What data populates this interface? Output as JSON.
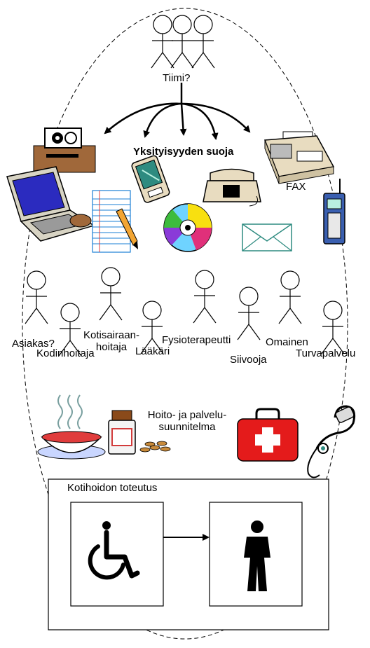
{
  "team_label": "Tiimi?",
  "privacy_label": "Yksityisyyden suoja",
  "fax_label": "FAX",
  "roles": {
    "asiakas": "Asiakas?",
    "kodinhoitaja": "Kodinhoitaja",
    "kotisairaanhoitaja": [
      "Kotisairaan-",
      "hoitaja"
    ],
    "laakari": "Lääkäri",
    "fysioterapeutti": "Fysioterapeutti",
    "siivooja": "Siivooja",
    "omainen": "Omainen",
    "turvapalvelu": "Turvapalvelu"
  },
  "care_plan": [
    "Hoito- ja palvelu-",
    "suunnitelma"
  ],
  "implementation_title": "Kotihoidon toteutus",
  "colors": {
    "device_brown": "#a0683a",
    "first_aid_red": "#e41b1b",
    "envelope_teal": "#2e8b80",
    "phone_beige": "#e8dcc0",
    "mobile_blue": "#3a5fb0"
  },
  "icons": [
    "stick-figure-icon",
    "projector-icon",
    "laptop-icon",
    "notepad-icon",
    "pda-icon",
    "cd-icon",
    "telephone-icon",
    "fax-icon",
    "envelope-icon",
    "mobile-phone-icon",
    "soup-bowl-icon",
    "medicine-bottle-icon",
    "pills-icon",
    "first-aid-kit-icon",
    "stethoscope-icon",
    "wheelchair-icon",
    "walking-person-icon"
  ]
}
